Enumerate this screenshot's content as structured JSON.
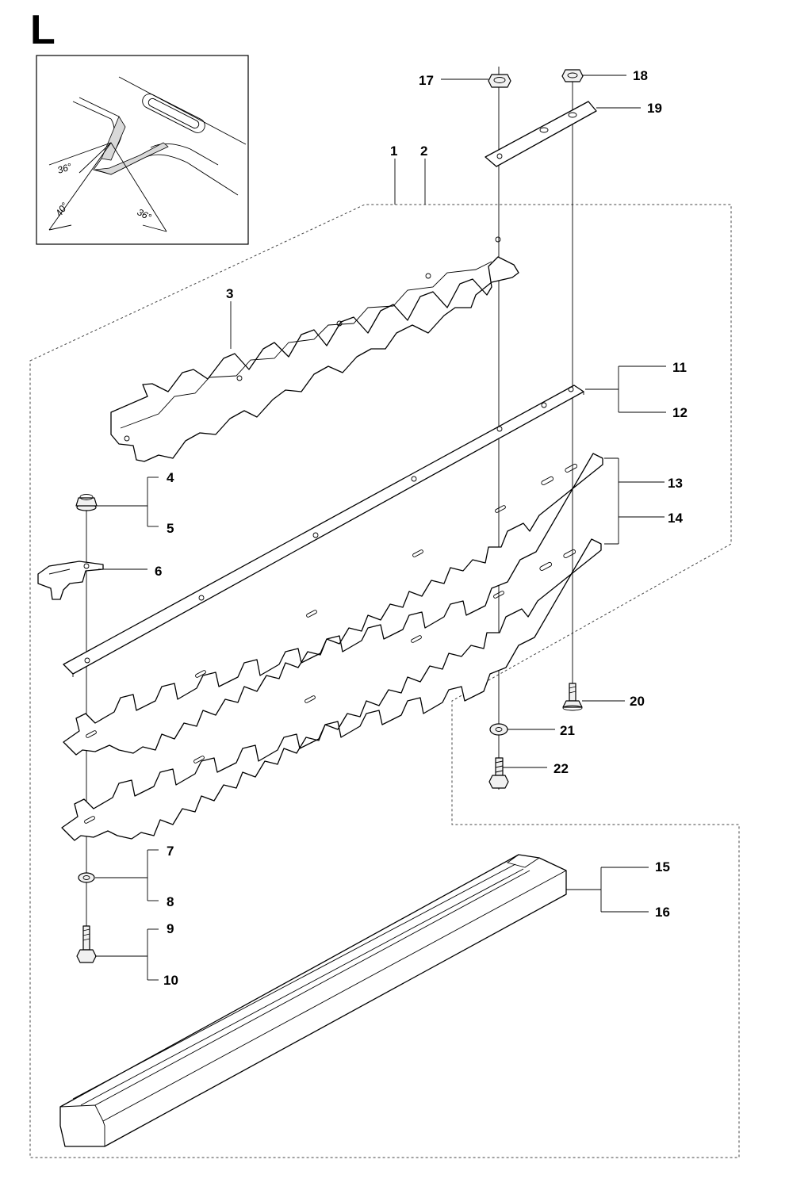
{
  "section_letter": "L",
  "detail_angles": [
    "36°",
    "40°",
    "36°"
  ],
  "callouts": {
    "c1": "1",
    "c2": "2",
    "c3": "3",
    "c4": "4",
    "c5": "5",
    "c6": "6",
    "c7": "7",
    "c8": "8",
    "c9": "9",
    "c10": "10",
    "c11": "11",
    "c12": "12",
    "c13": "13",
    "c14": "14",
    "c15": "15",
    "c16": "16",
    "c17": "17",
    "c18": "18",
    "c19": "19",
    "c20": "20",
    "c21": "21",
    "c22": "22"
  }
}
